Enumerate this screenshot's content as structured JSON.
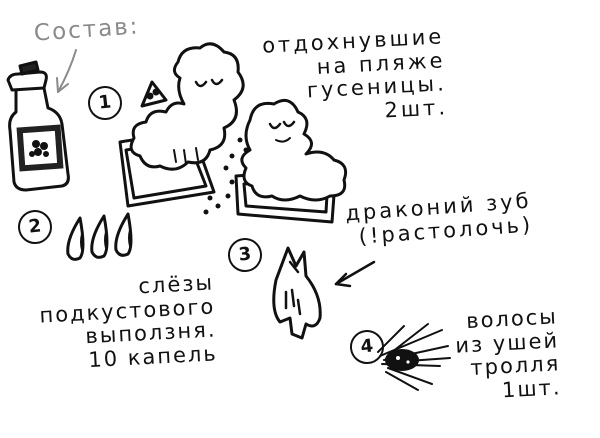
{
  "heading": "Состав:",
  "items": [
    {
      "number": "1",
      "text": "отдохнувшие\nна пляже\nгусеницы.\n2шт."
    },
    {
      "number": "2",
      "text": "слёзы\nподкустового\nвыползня.\n10 капель"
    },
    {
      "number": "3",
      "text": "драконий зуб\n(!растолочь)"
    },
    {
      "number": "4",
      "text": "волосы\nиз ушей\nтролля\n1шт."
    }
  ],
  "colors": {
    "ink": "#111111",
    "pencil": "#8a8a8a",
    "paper": "#ffffff"
  }
}
